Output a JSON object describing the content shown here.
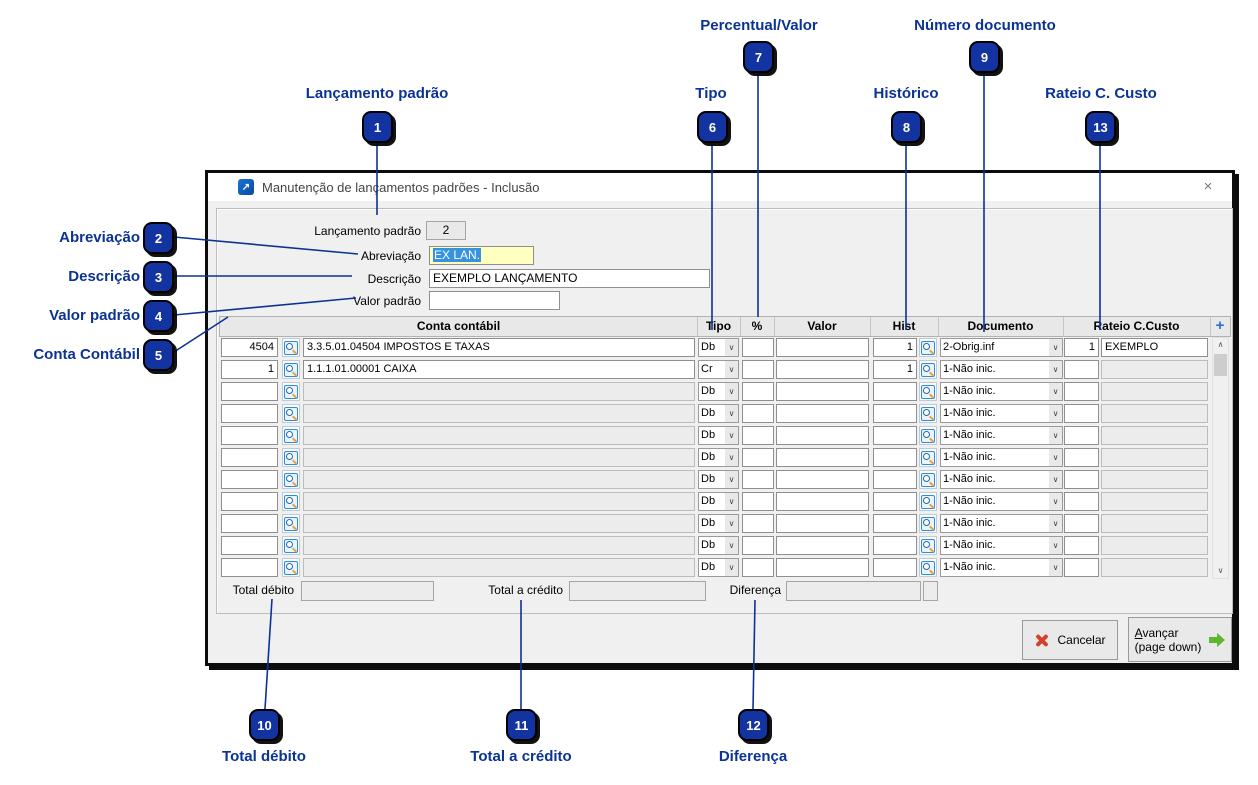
{
  "window": {
    "title": "Manutenção de lançamentos padrões - Inclusão"
  },
  "icons": {
    "close": "×",
    "chevron": "∨",
    "scroll_up": "∧",
    "scroll_down": "∨",
    "app_arrow": "↗"
  },
  "form": {
    "lancamento": {
      "label": "Lançamento padrão",
      "value": "2"
    },
    "abreviacao": {
      "label": "Abreviação",
      "value": "EX LAN."
    },
    "descricao": {
      "label": "Descrição",
      "value": "EXEMPLO LANÇAMENTO"
    },
    "valor_padrao": {
      "label": "Valor padrão",
      "value": ""
    }
  },
  "table": {
    "headers": {
      "conta": "Conta contábil",
      "tipo": "Tipo",
      "pct": "%",
      "valor": "Valor",
      "hist": "Hist",
      "documento": "Documento",
      "rateio": "Rateio C.Custo",
      "add": "+"
    },
    "rows": [
      {
        "num": "4504",
        "conta": "3.3.5.01.04504 IMPOSTOS E TAXAS",
        "tipo": "Db",
        "pct": "",
        "valor": "",
        "hist": "1",
        "documento": "2-Obrig.inf",
        "rateio_num": "1",
        "rateio_desc": "EXEMPLO"
      },
      {
        "num": "1",
        "conta": "1.1.1.01.00001 CAIXA",
        "tipo": "Cr",
        "pct": "",
        "valor": "",
        "hist": "1",
        "documento": "1-Não inic.",
        "rateio_num": "",
        "rateio_desc": ""
      },
      {
        "num": "",
        "conta": "",
        "tipo": "Db",
        "pct": "",
        "valor": "",
        "hist": "",
        "documento": "1-Não inic.",
        "rateio_num": "",
        "rateio_desc": ""
      },
      {
        "num": "",
        "conta": "",
        "tipo": "Db",
        "pct": "",
        "valor": "",
        "hist": "",
        "documento": "1-Não inic.",
        "rateio_num": "",
        "rateio_desc": ""
      },
      {
        "num": "",
        "conta": "",
        "tipo": "Db",
        "pct": "",
        "valor": "",
        "hist": "",
        "documento": "1-Não inic.",
        "rateio_num": "",
        "rateio_desc": ""
      },
      {
        "num": "",
        "conta": "",
        "tipo": "Db",
        "pct": "",
        "valor": "",
        "hist": "",
        "documento": "1-Não inic.",
        "rateio_num": "",
        "rateio_desc": ""
      },
      {
        "num": "",
        "conta": "",
        "tipo": "Db",
        "pct": "",
        "valor": "",
        "hist": "",
        "documento": "1-Não inic.",
        "rateio_num": "",
        "rateio_desc": ""
      },
      {
        "num": "",
        "conta": "",
        "tipo": "Db",
        "pct": "",
        "valor": "",
        "hist": "",
        "documento": "1-Não inic.",
        "rateio_num": "",
        "rateio_desc": ""
      },
      {
        "num": "",
        "conta": "",
        "tipo": "Db",
        "pct": "",
        "valor": "",
        "hist": "",
        "documento": "1-Não inic.",
        "rateio_num": "",
        "rateio_desc": ""
      },
      {
        "num": "",
        "conta": "",
        "tipo": "Db",
        "pct": "",
        "valor": "",
        "hist": "",
        "documento": "1-Não inic.",
        "rateio_num": "",
        "rateio_desc": ""
      },
      {
        "num": "",
        "conta": "",
        "tipo": "Db",
        "pct": "",
        "valor": "",
        "hist": "",
        "documento": "1-Não inic.",
        "rateio_num": "",
        "rateio_desc": ""
      }
    ]
  },
  "totals": {
    "debito_label": "Total débito",
    "debito_value": "",
    "credito_label": "Total a crédito",
    "credito_value": "",
    "diferenca_label": "Diferença",
    "diferenca_value": ""
  },
  "buttons": {
    "cancelar": "Cancelar",
    "avancar_line1": "Avançar",
    "avancar_line2": "(page down)"
  },
  "annotations": {
    "items": [
      {
        "num": "1",
        "label": "Lançamento padrão"
      },
      {
        "num": "2",
        "label": "Abreviação"
      },
      {
        "num": "3",
        "label": "Descrição"
      },
      {
        "num": "4",
        "label": "Valor padrão"
      },
      {
        "num": "5",
        "label": "Conta Contábil"
      },
      {
        "num": "6",
        "label": "Tipo"
      },
      {
        "num": "7",
        "label": "Percentual/Valor"
      },
      {
        "num": "8",
        "label": "Histórico"
      },
      {
        "num": "9",
        "label": "Número documento"
      },
      {
        "num": "10",
        "label": "Total débito"
      },
      {
        "num": "11",
        "label": "Total a crédito"
      },
      {
        "num": "12",
        "label": "Diferença"
      },
      {
        "num": "13",
        "label": "Rateio C. Custo"
      }
    ]
  },
  "colors": {
    "annotation": "#0b3394",
    "badge": "#1233a0",
    "selection": "#3593e0",
    "field_yellow": "#ffffbf"
  }
}
